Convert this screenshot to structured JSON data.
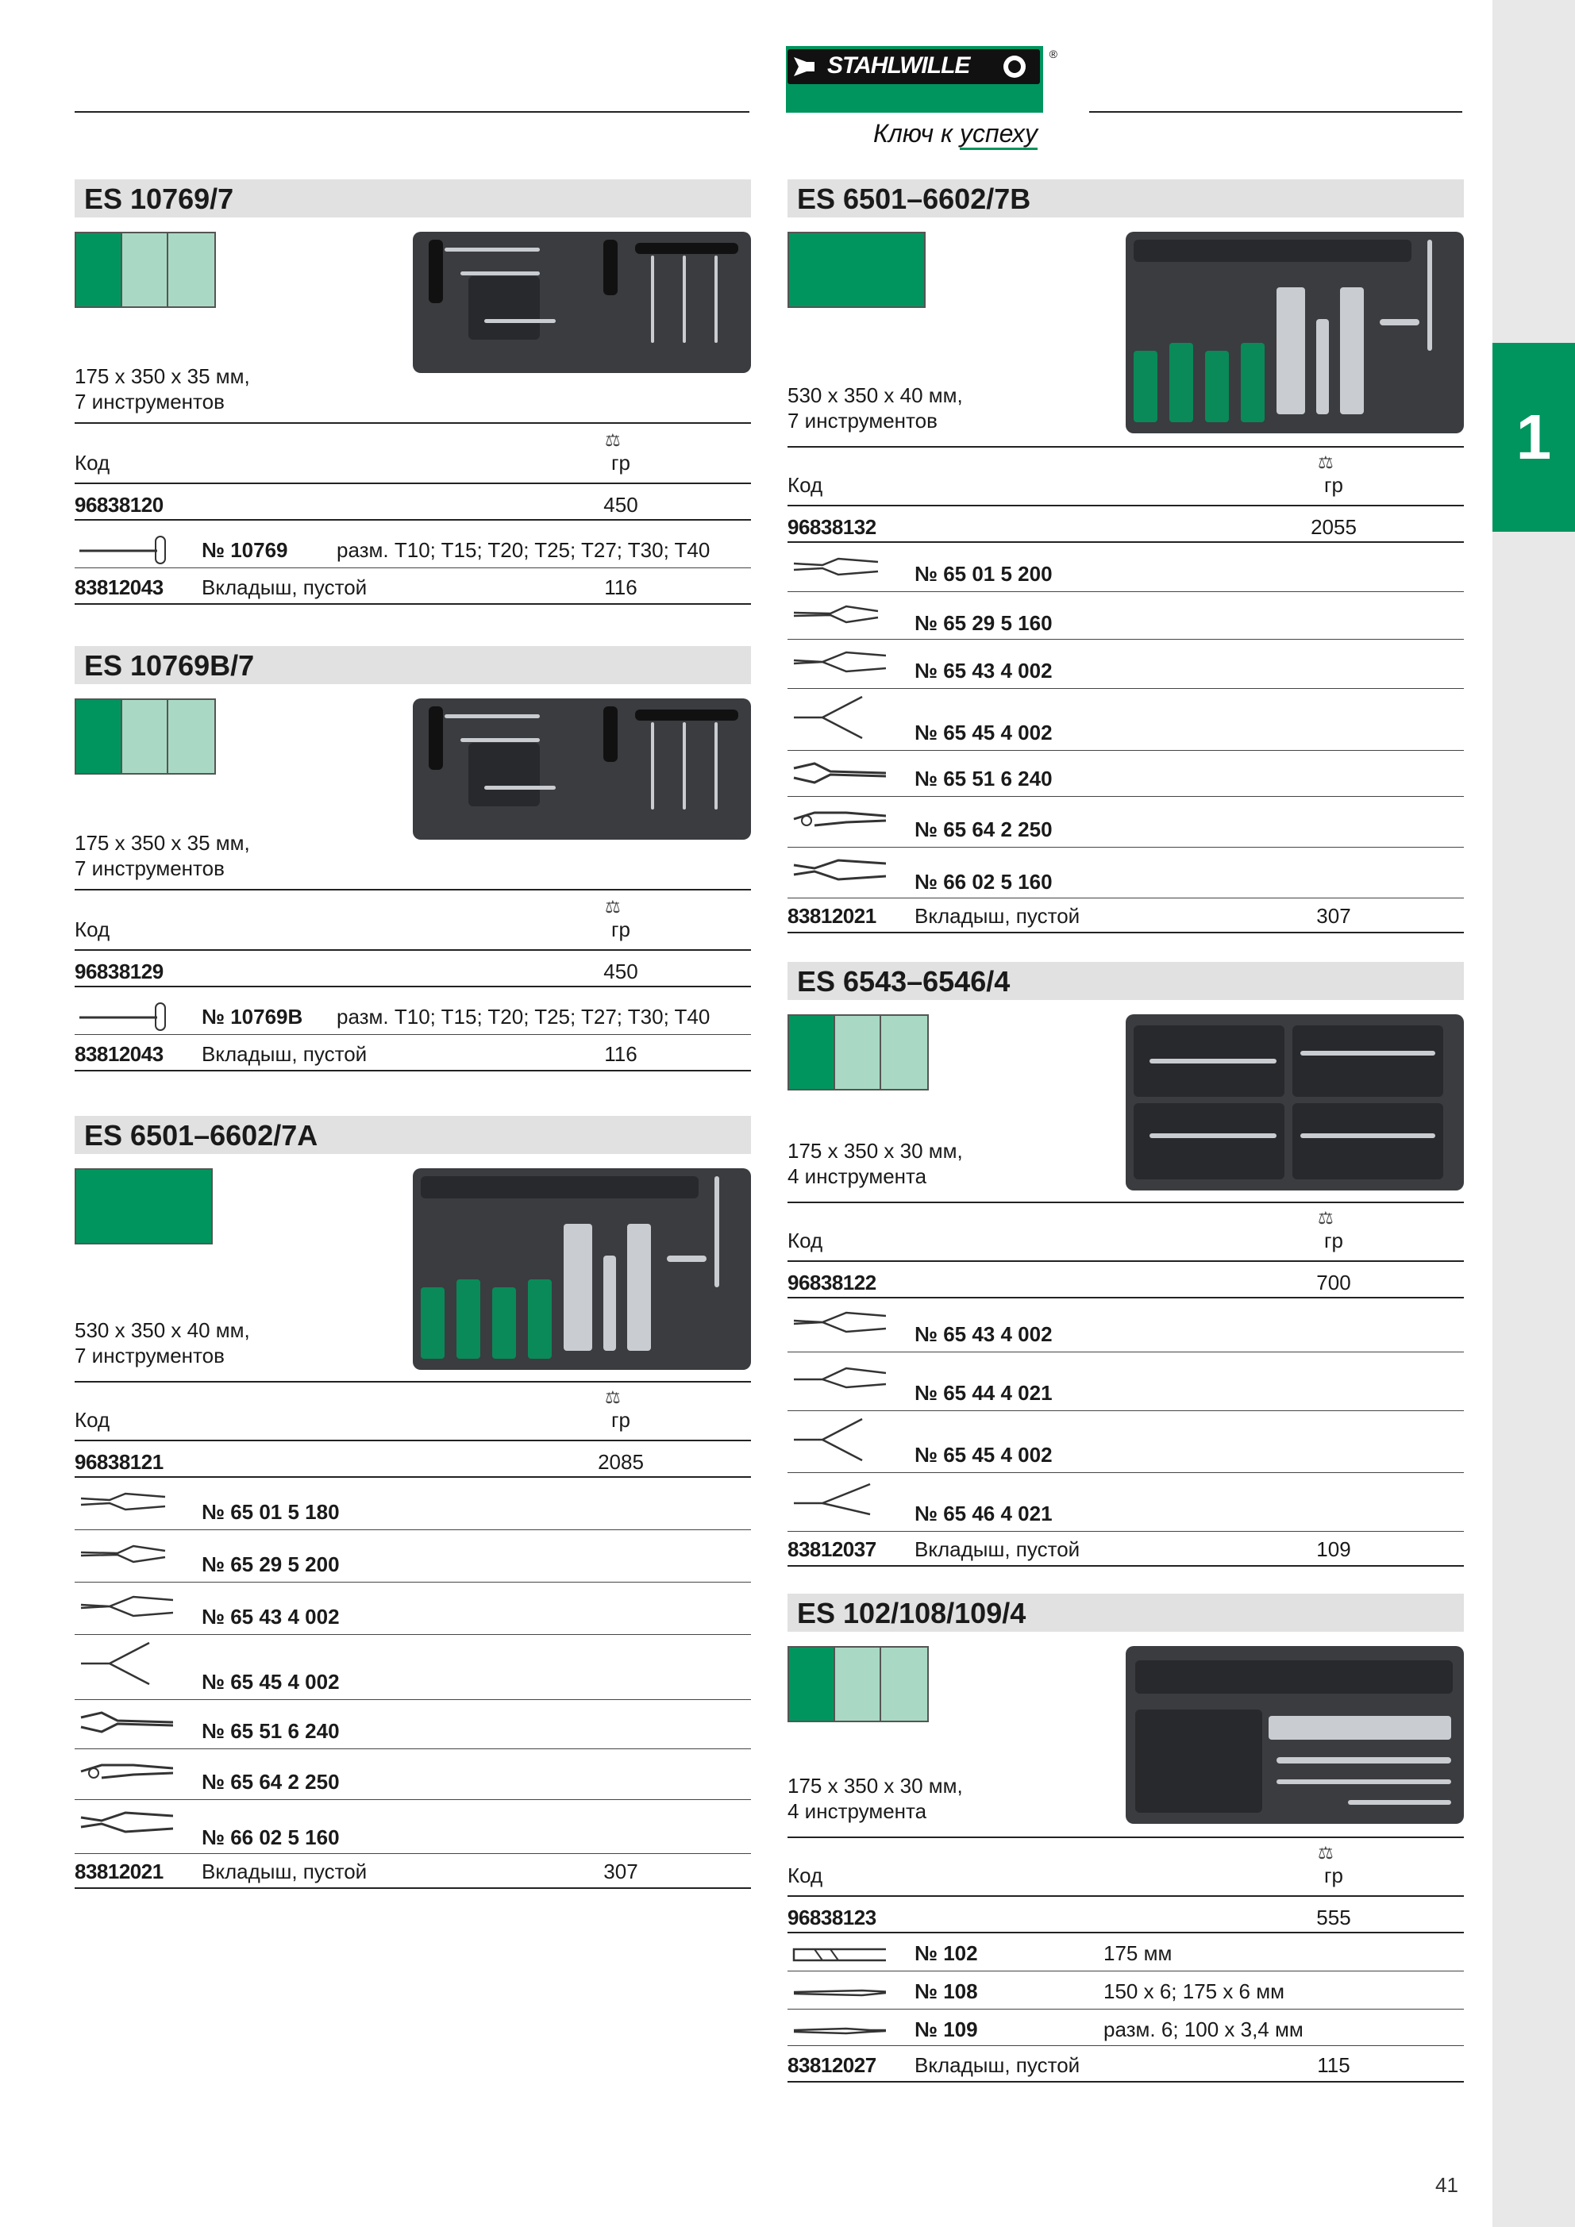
{
  "brand": {
    "name": "STAHLWILLE",
    "slogan_pre": "Ключ к ",
    "slogan_u": "успеху"
  },
  "chapter_number": "1",
  "page_number": "41",
  "colors": {
    "green": "#00955e",
    "light_green": "#a9d9c4"
  },
  "labels": {
    "code": "Код",
    "weight_unit": "гр",
    "empty_insert": "Вкладыш, пустой"
  },
  "blocks": [
    {
      "title": "ES 10769/7",
      "desc1": "175 x 350 x 35 мм,",
      "desc2": "7 инструментов",
      "code": "96838120",
      "weight": "450",
      "items": [
        {
          "icon": "t-handle-icon",
          "no": "№ 10769",
          "info": "разм. T10; T15; T20; T25; T27; T30; T40"
        }
      ],
      "insert_code": "83812043",
      "insert_weight": "116"
    },
    {
      "title": "ES 10769B/7",
      "desc1": "175 x 350 x 35 мм,",
      "desc2": "7 инструментов",
      "code": "96838129",
      "weight": "450",
      "items": [
        {
          "icon": "t-handle-icon",
          "no": "№ 10769B",
          "info": "разм. T10; T15; T20; T25; T27; T30; T40"
        }
      ],
      "insert_code": "83812043",
      "insert_weight": "116"
    },
    {
      "title": "ES 6501–6602/7A",
      "desc1": "530 x 350 x 40 мм,",
      "desc2": "7 инструментов",
      "code": "96838121",
      "weight": "2085",
      "items": [
        {
          "icon": "combination-pliers-icon",
          "no": "№ 65 01 5 180"
        },
        {
          "icon": "flat-nose-pliers-icon",
          "no": "№ 65 29 5 200"
        },
        {
          "icon": "circlip-pliers-icon",
          "no": "№ 65 43 4 002"
        },
        {
          "icon": "circlip-pliers-open-icon",
          "no": "№ 65 45 4 002"
        },
        {
          "icon": "water-pump-pliers-icon",
          "no": "№ 65 51 6 240"
        },
        {
          "icon": "locking-pliers-icon",
          "no": "№ 65 64 2 250"
        },
        {
          "icon": "diagonal-cutter-icon",
          "no": "№ 66 02 5 160"
        }
      ],
      "insert_code": "83812021",
      "insert_weight": "307"
    },
    {
      "title": "ES 6501–6602/7B",
      "desc1": "530 x 350 x 40 мм,",
      "desc2": "7 инструментов",
      "code": "96838132",
      "weight": "2055",
      "items": [
        {
          "icon": "combination-pliers-icon",
          "no": "№ 65 01 5 200"
        },
        {
          "icon": "flat-nose-pliers-icon",
          "no": "№ 65 29 5 160"
        },
        {
          "icon": "circlip-pliers-icon",
          "no": "№ 65 43 4 002"
        },
        {
          "icon": "circlip-pliers-open-icon",
          "no": "№ 65 45 4 002"
        },
        {
          "icon": "water-pump-pliers-icon",
          "no": "№ 65 51 6 240"
        },
        {
          "icon": "locking-pliers-icon",
          "no": "№ 65 64 2 250"
        },
        {
          "icon": "diagonal-cutter-icon",
          "no": "№ 66 02 5 160"
        }
      ],
      "insert_code": "83812021",
      "insert_weight": "307"
    },
    {
      "title": "ES 6543–6546/4",
      "desc1": "175 x 350 x 30 мм,",
      "desc2": "4 инструмента",
      "code": "96838122",
      "weight": "700",
      "items": [
        {
          "icon": "circlip-pliers-icon",
          "no": "№ 65 43 4 002"
        },
        {
          "icon": "circlip-pliers-bent-icon",
          "no": "№ 65 44 4 021"
        },
        {
          "icon": "circlip-pliers-open-icon",
          "no": "№ 65 45 4 002"
        },
        {
          "icon": "circlip-pliers-bent-open-icon",
          "no": "№ 65 46 4 021"
        }
      ],
      "insert_code": "83812037",
      "insert_weight": "109"
    },
    {
      "title": "ES 102/108/109/4",
      "desc1": "175 x 350 x 30 мм,",
      "desc2": "4 инструмента",
      "code": "96838123",
      "weight": "555",
      "items": [
        {
          "icon": "chisel-icon",
          "no": "№ 102",
          "info": "175 мм"
        },
        {
          "icon": "punch-icon",
          "no": "№ 108",
          "info": "150 x 6; 175 x 6 мм"
        },
        {
          "icon": "pin-punch-icon",
          "no": "№ 109",
          "info": "разм. 6; 100 x 3,4 мм"
        }
      ],
      "insert_code": "83812027",
      "insert_weight": "115"
    }
  ]
}
